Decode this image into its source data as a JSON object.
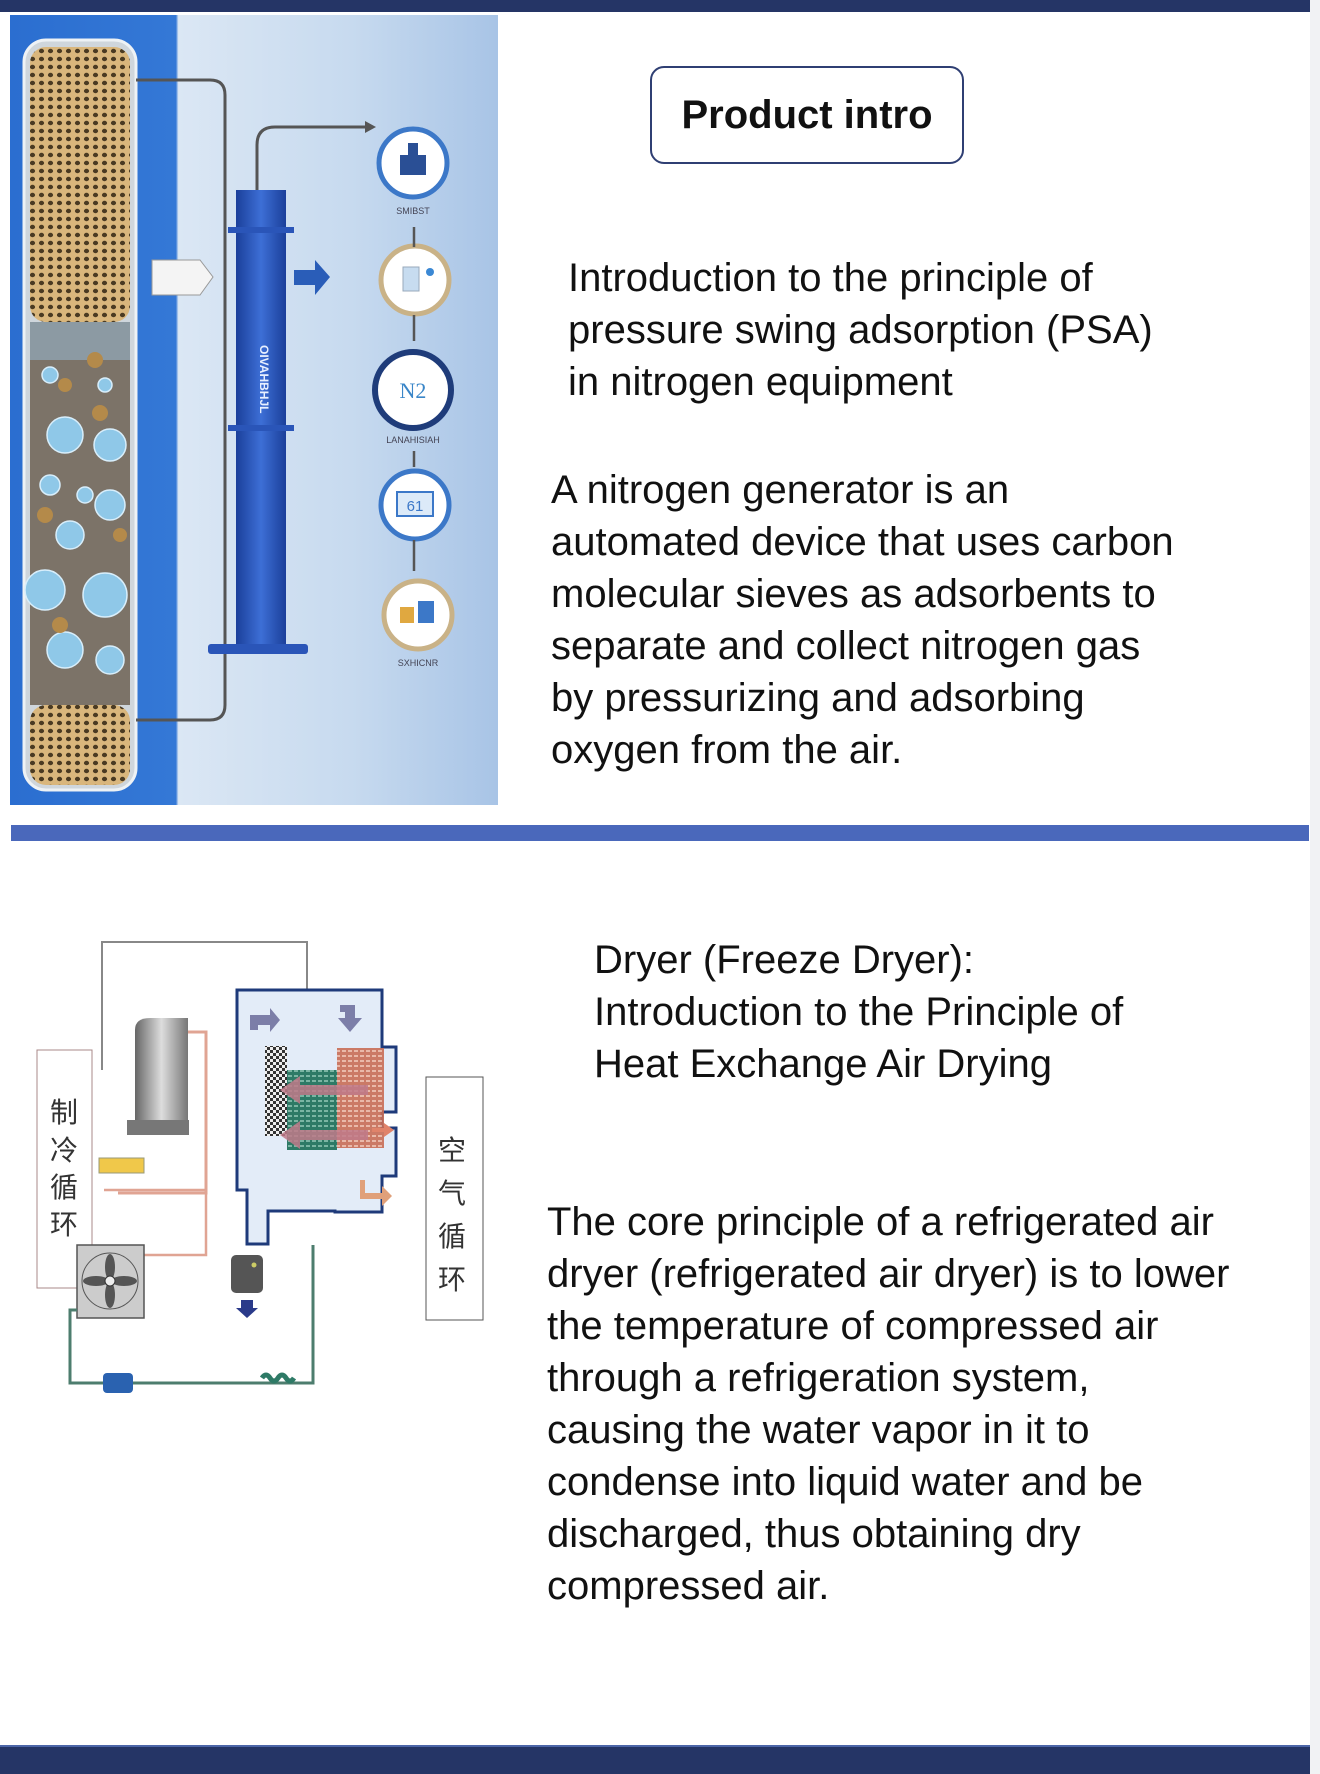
{
  "section1": {
    "badge": "Product intro",
    "title_lines": [
      "Introduction to the principle of",
      "pressure swing adsorption (PSA)",
      "in nitrogen equipment"
    ],
    "body_lines": [
      "A nitrogen generator is an",
      "automated device that uses carbon",
      "molecular sieves as adsorbents to",
      "separate and collect nitrogen gas",
      "by pressurizing and adsorbing",
      "oxygen from the air."
    ],
    "image": {
      "column_label": "OIVAHBHJL",
      "icons": [
        {
          "name": "factory-icon",
          "label": "SMIBST"
        },
        {
          "name": "tank-icon",
          "label": ""
        },
        {
          "name": "n2-icon",
          "text": "N2",
          "label": "LANAHISIAH"
        },
        {
          "name": "display-icon",
          "text": "61",
          "label": ""
        },
        {
          "name": "meter-icon",
          "label": "SXHICNR"
        }
      ]
    }
  },
  "section2": {
    "title_lines": [
      "Dryer (Freeze Dryer):",
      "Introduction to the Principle of",
      "Heat Exchange Air Drying"
    ],
    "body_lines": [
      "The core principle of a refrigerated air",
      "dryer (refrigerated air dryer) is to lower",
      "the temperature of compressed air",
      "through a refrigeration system,",
      "causing the water vapor in it to",
      "condense into liquid water and be",
      "discharged, thus obtaining dry",
      "compressed air."
    ],
    "diagram": {
      "left_label": [
        "制",
        "冷",
        "循",
        "环"
      ],
      "right_label": [
        "空",
        "气",
        "循",
        "环"
      ]
    }
  },
  "colors": {
    "bar": "#253566",
    "divider": "#4a68bb",
    "box_border": "#2f3f73"
  }
}
